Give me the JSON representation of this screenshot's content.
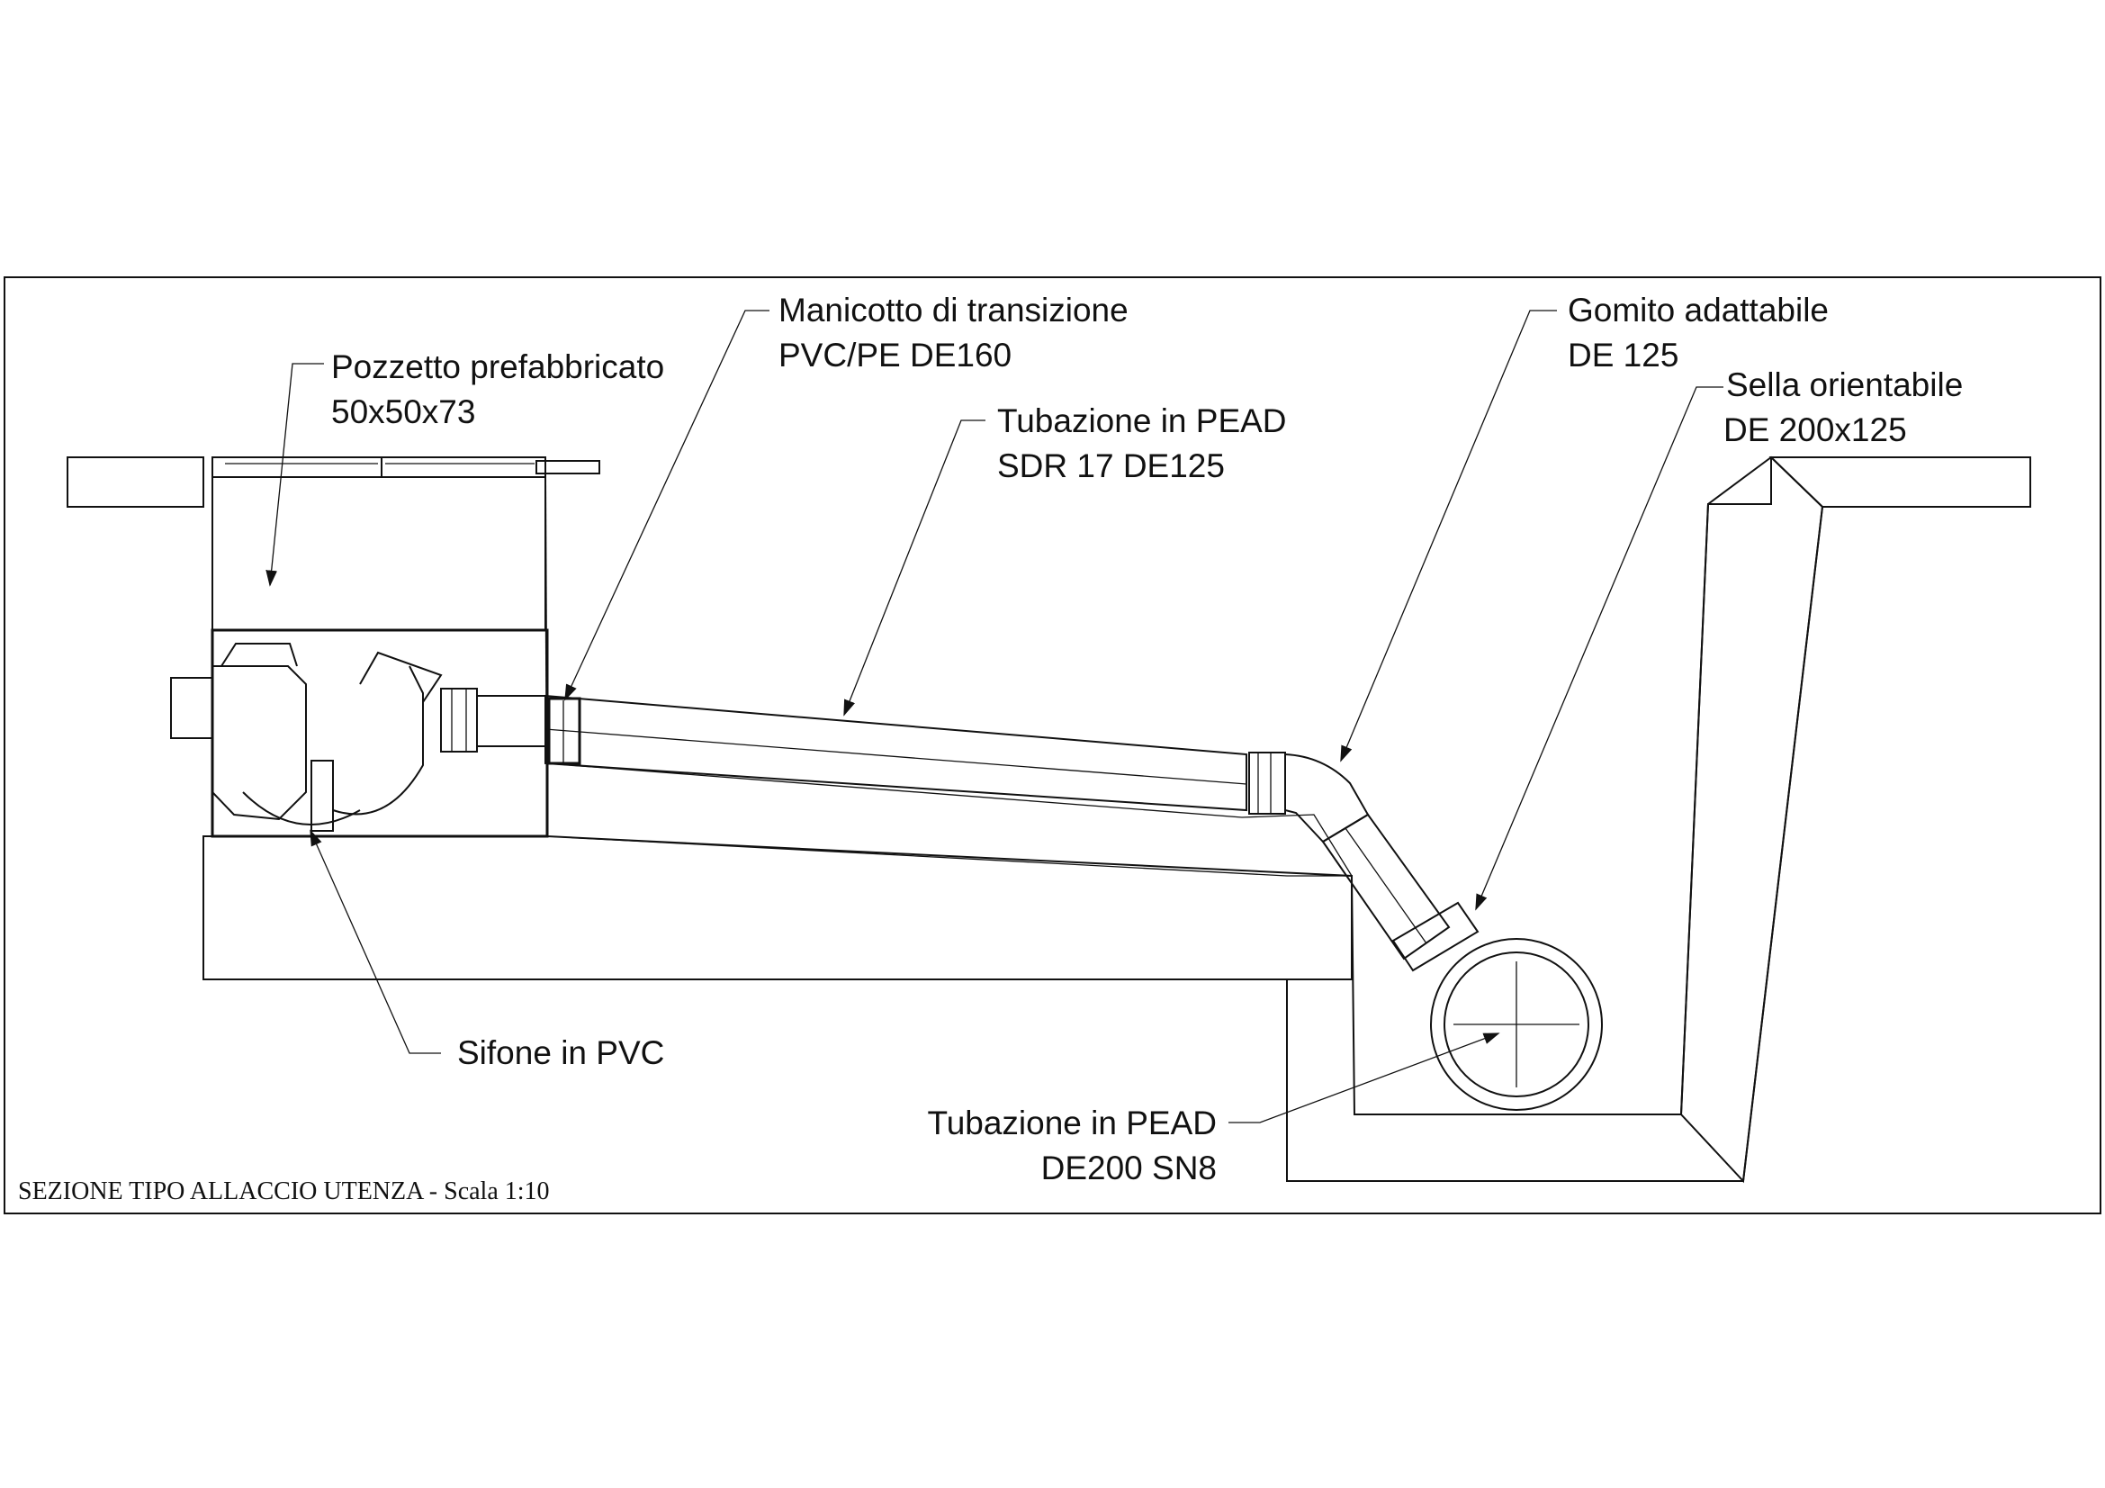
{
  "title": "SEZIONE TIPO ALLACCIO UTENZA - Scala 1:10",
  "labels": {
    "pozzetto": [
      "Pozzetto prefabbricato",
      "50x50x73"
    ],
    "manicotto": [
      "Manicotto di transizione",
      "PVC/PE DE160"
    ],
    "tubazione_sdr": [
      "Tubazione in PEAD",
      "SDR 17 DE125"
    ],
    "gomito": [
      "Gomito adattabile",
      "DE 125"
    ],
    "sella": [
      "Sella orientabile",
      "DE 200x125"
    ],
    "sifone": [
      "Sifone in PVC"
    ],
    "tubazione_de200": [
      "Tubazione in PEAD",
      "DE200 SN8"
    ]
  },
  "colors": {
    "line": "#111111",
    "background": "#ffffff"
  }
}
